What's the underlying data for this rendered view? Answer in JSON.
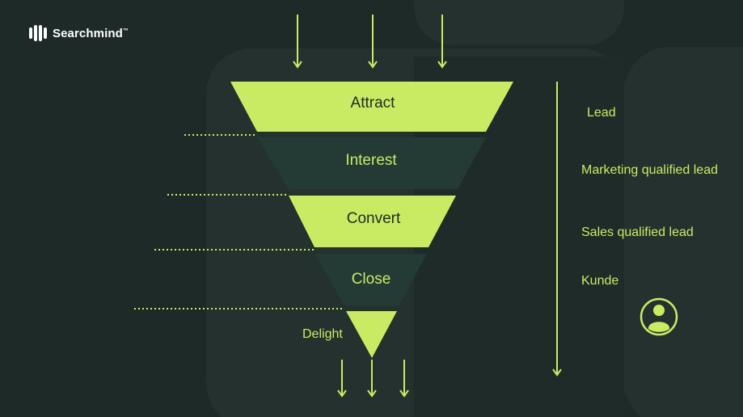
{
  "brand": {
    "name": "Searchmind",
    "trademark": "™"
  },
  "funnel": {
    "stages": [
      {
        "label": "Attract"
      },
      {
        "label": "Interest"
      },
      {
        "label": "Convert"
      },
      {
        "label": "Close"
      },
      {
        "label": "Delight"
      }
    ]
  },
  "lead_stages": [
    {
      "label": "Lead"
    },
    {
      "label": "Marketing qualified lead"
    },
    {
      "label": "Sales qualified lead"
    },
    {
      "label": "Kunde"
    }
  ],
  "icons": {
    "customer": "user-circle-icon",
    "logo": "searchmind-logo-icon"
  },
  "colors": {
    "background": "#1e2a28",
    "panel": "#26332f",
    "lime": "#c9eb64",
    "dark_segment": "#243a34",
    "dark_text": "#1e2a28"
  }
}
